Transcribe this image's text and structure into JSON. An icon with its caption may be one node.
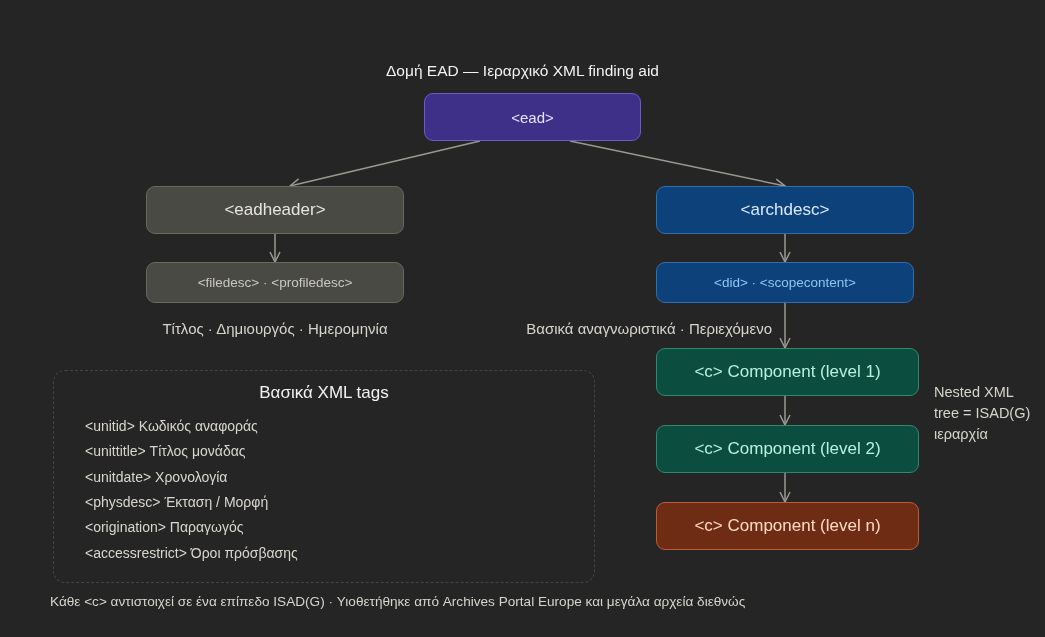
{
  "diagram": {
    "title": "Δομή EAD — Ιεραρχικό XML finding aid",
    "caption": "Κάθε <c> αντιστοιχεί σε ένα επίπεδο ISAD(G) · Υιοθετήθηκε από Archives Portal Europe και μεγάλα αρχεία διεθνώς",
    "nodes": [
      {
        "text": [
          "<ead>"
        ]
      },
      {
        "text": [
          "<eadheader>"
        ]
      },
      {
        "text": [
          "<filedesc> · <profiledesc>"
        ],
        "beside": [
          "Τίτλος · Δημιουργός · Ημερομηνία"
        ]
      },
      {
        "text": [
          "<archdesc>"
        ]
      },
      {
        "text": [
          "<did> · <scopecontent>"
        ],
        "beside": [
          "Βασικά αναγνωριστικά · Περιεχόμενο"
        ]
      },
      {
        "text": [
          "<c> Component (level 1)"
        ]
      },
      {
        "text": [
          "<c> Component (level 2)"
        ]
      },
      {
        "text": [
          "<c> Component (level n)"
        ]
      },
      {
        "text": [
          "Βασικά XML tags",
          "<unitid> Κωδικός αναφοράς",
          "<unittitle> Τίτλος μονάδας",
          "<unitdate> Χρονολογία",
          "<physdesc> Έκταση / Μορφή",
          "<origination> Παραγωγός",
          "<accessrestrict> Όροι πρόσβασης"
        ]
      }
    ],
    "edges": [
      {
        "from": 0,
        "to": 1,
        "arrow": "to"
      },
      {
        "from": 0,
        "to": 3,
        "arrow": "to"
      },
      {
        "from": 1,
        "to": 2,
        "arrow": "to"
      },
      {
        "from": 3,
        "to": 4,
        "arrow": "to"
      },
      {
        "from": 4,
        "to": 5,
        "arrow": "to"
      },
      {
        "from": 5,
        "to": 6,
        "arrow": "to"
      },
      {
        "from": 6,
        "to": 7,
        "arrow": "to"
      }
    ],
    "labels": [
      "Nested XML tree = ISAD(G) ιεραρχία"
    ]
  }
}
